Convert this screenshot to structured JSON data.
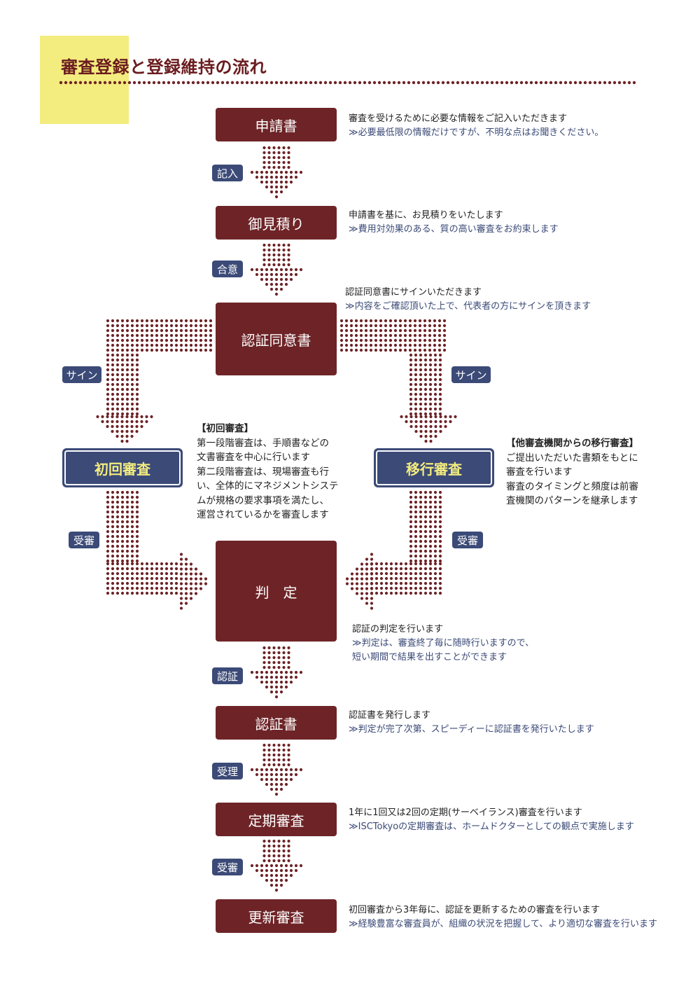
{
  "title": "審査登録と登録維持の流れ",
  "colors": {
    "accent": "#6e2427",
    "navy": "#3b4a77",
    "highlight": "#f3ec7e",
    "dot": "#6e2427"
  },
  "steps": {
    "application": "申請書",
    "estimate": "御見積り",
    "consent": "認証同意書",
    "initial_audit": "初回審査",
    "transfer_audit": "移行審査",
    "judgement": "判　定",
    "certificate": "認証書",
    "periodic_audit": "定期審査",
    "renewal_audit": "更新審査"
  },
  "tags": {
    "fill": "記入",
    "agree": "合意",
    "sign_left": "サイン",
    "sign_right": "サイン",
    "audit_left": "受審",
    "audit_right": "受審",
    "certify": "認証",
    "accept": "受理",
    "audit_bottom": "受審"
  },
  "descriptions": {
    "application": {
      "line1": "審査を受けるために必要な情報をご記入いただきます",
      "line2": "≫必要最低限の情報だけですが、不明な点はお聞きください。"
    },
    "estimate": {
      "line1": "申請書を基に、お見積りをいたします",
      "line2": "≫費用対効果のある、質の高い審査をお約束します"
    },
    "consent": {
      "line1": "認証同意書にサインいただきます",
      "line2": "≫内容をご確認頂いた上で、代表者の方にサインを頂きます"
    },
    "judgement": {
      "line1": "認証の判定を行います",
      "line2": "≫判定は、審査終了毎に随時行いますので、",
      "line3": "短い期間で結果を出すことができます"
    },
    "certificate": {
      "line1": "認証書を発行します",
      "line2": "≫判定が完了次第、スピーディーに認証書を発行いたします"
    },
    "periodic": {
      "line1": "1年に1回又は2回の定期(サーベイランス)審査を行います",
      "line2": "≫ISCTokyoの定期審査は、ホームドクターとしての観点で実施します"
    },
    "renewal": {
      "line1": "初回審査から3年毎に、認証を更新するための審査を行います",
      "line2": "≫経験豊富な審査員が、組織の状況を把握して、より適切な審査を行います"
    }
  },
  "initial_note": {
    "heading": "【初回審査】",
    "lines": [
      "第一段階審査は、手順書などの",
      "文書審査を中心に行います",
      "第二段階審査は、現場審査も行",
      "い、全体的にマネジメントシステ",
      "ムが規格の要求事項を満たし、",
      "運営されているかを審査します"
    ]
  },
  "transfer_note": {
    "heading": "【他審査機関からの移行審査】",
    "lines": [
      "ご提出いただいた書類をもとに",
      "審査を行います",
      "審査のタイミングと頻度は前審",
      "査機関のパターンを継承します"
    ]
  }
}
